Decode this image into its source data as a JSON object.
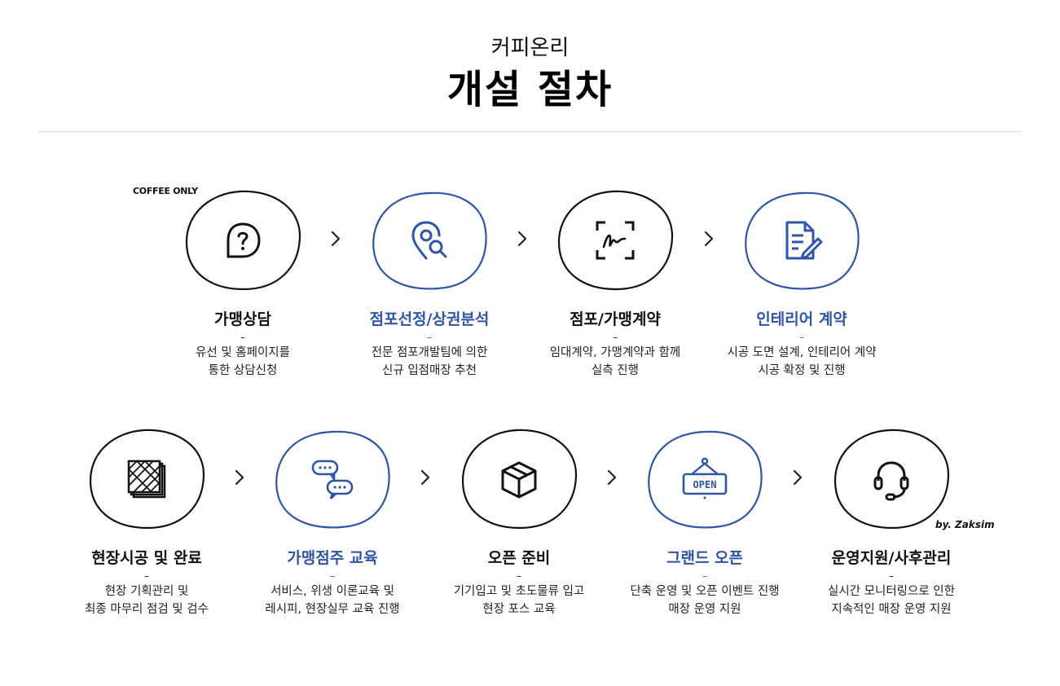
{
  "header": {
    "subtitle": "커피온리",
    "title": "개설 절차"
  },
  "brand": "COFFEE ONLY",
  "signature": "by. Zaksim",
  "colors": {
    "accent": "#2e55a8",
    "ink": "#111111"
  },
  "steps": [
    {
      "title": "가맹상담",
      "dash": "–",
      "desc": "유선 및 홈페이지를\n통한 상담신청",
      "icon": "question-bubble-icon",
      "accent": false
    },
    {
      "title": "점포선정/상권분석",
      "dash": "–",
      "desc": "전문 점포개발팀에 의한\n신규 입점매장 추천",
      "icon": "location-search-icon",
      "accent": true
    },
    {
      "title": "점포/가맹계약",
      "dash": "–",
      "desc": "임대계약, 가맹계약과 함께\n실측 진행",
      "icon": "signature-icon",
      "accent": false
    },
    {
      "title": "인테리어 계약",
      "dash": "–",
      "desc": "시공 도면 설계, 인테리어 계약\n시공 확정 및 진행",
      "icon": "document-edit-icon",
      "accent": true
    },
    {
      "title": "현장시공 및 완료",
      "dash": "–",
      "desc": "현장 기획관리 및\n최종 마무리 점검 및 검수",
      "icon": "floor-tiles-icon",
      "accent": false
    },
    {
      "title": "가맹점주 교육",
      "dash": "–",
      "desc": "서비스, 위생 이론교육 및\n레시피, 현장실무 교육 진행",
      "icon": "chat-bubbles-icon",
      "accent": true
    },
    {
      "title": "오픈 준비",
      "dash": "–",
      "desc": "기기입고 및 초도물류 입고\n현장 포스 교육",
      "icon": "box-icon",
      "accent": false
    },
    {
      "title": "그랜드 오픈",
      "dash": "–",
      "desc": "단축 운영 및 오픈 이벤트 진행\n매장 운영 지원",
      "icon": "open-sign-icon",
      "accent": true,
      "sign_text": "OPEN"
    },
    {
      "title": "운영지원/사후관리",
      "dash": "–",
      "desc": "실시간 모니터링으로 인한\n지속적인 매장 운영 지원",
      "icon": "headset-icon",
      "accent": false
    }
  ]
}
